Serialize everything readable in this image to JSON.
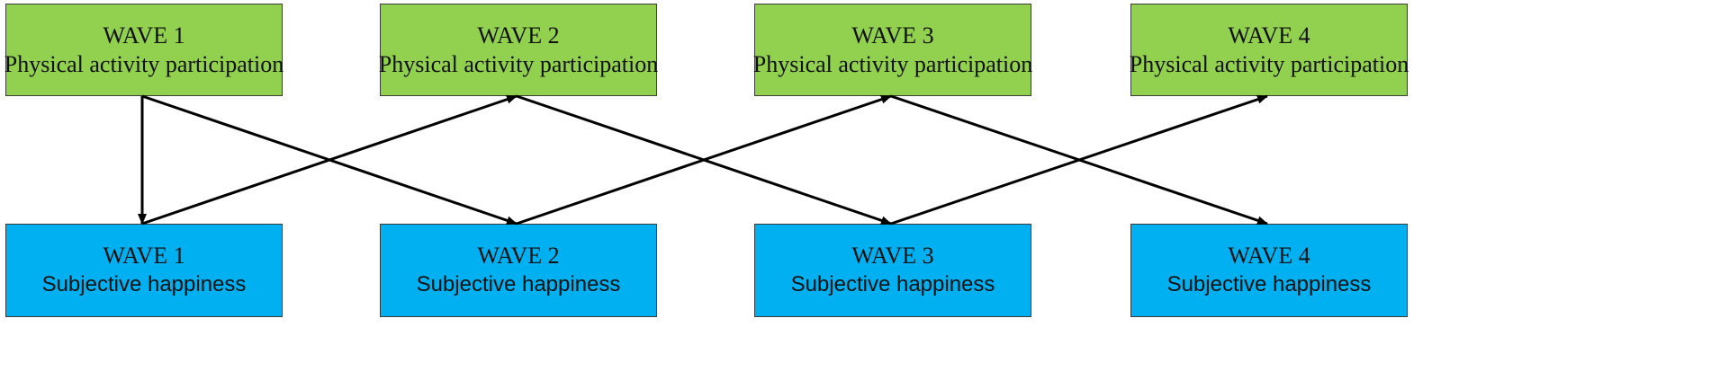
{
  "colors": {
    "activity_fill": "#92d050",
    "happiness_fill": "#00b0f0",
    "border": "#3a3a3a",
    "arrow": "#000000"
  },
  "top_row": [
    {
      "wave": "WAVE 1",
      "label": "Physical activity participation"
    },
    {
      "wave": "WAVE 2",
      "label": "Physical activity participation"
    },
    {
      "wave": "WAVE 3",
      "label": "Physical activity participation"
    },
    {
      "wave": "WAVE 4",
      "label": "Physical activity participation"
    }
  ],
  "bottom_row": [
    {
      "wave": "WAVE 1",
      "label": "Subjective happiness"
    },
    {
      "wave": "WAVE 2",
      "label": "Subjective happiness"
    },
    {
      "wave": "WAVE 3",
      "label": "Subjective happiness"
    },
    {
      "wave": "WAVE 4",
      "label": "Subjective happiness"
    }
  ],
  "edges": [
    {
      "from": "top.0",
      "to": "bottom.0"
    },
    {
      "from": "top.0",
      "to": "bottom.1"
    },
    {
      "from": "bottom.0",
      "to": "top.1"
    },
    {
      "from": "top.1",
      "to": "bottom.2"
    },
    {
      "from": "bottom.1",
      "to": "top.2"
    },
    {
      "from": "top.2",
      "to": "bottom.3"
    },
    {
      "from": "bottom.2",
      "to": "top.3"
    }
  ]
}
